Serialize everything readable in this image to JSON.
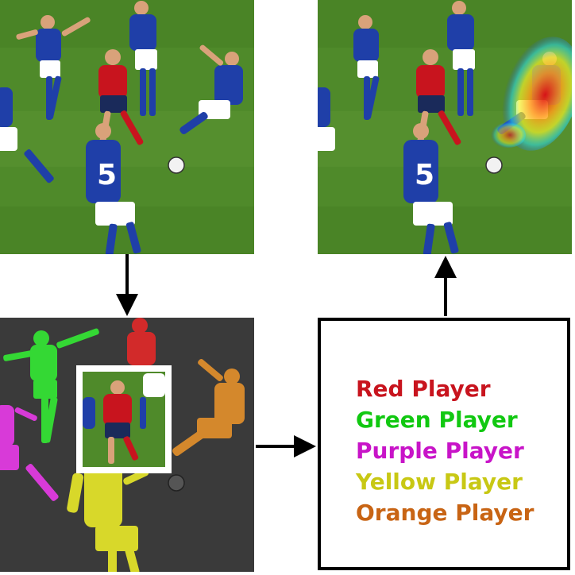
{
  "legend": {
    "items": [
      {
        "label": "Red Player",
        "color": "#c8141e"
      },
      {
        "label": "Green Player",
        "color": "#11c811"
      },
      {
        "label": "Purple Player",
        "color": "#c814c8"
      },
      {
        "label": "Yellow Player",
        "color": "#c8c814"
      },
      {
        "label": "Orange Player",
        "color": "#c86414"
      }
    ]
  },
  "colors": {
    "pitch": "#4f8a2a",
    "pitch_dark": "#3f7421",
    "segmentation_bg": "#3a3a3a",
    "italy_blue": "#1f3fa8",
    "spain_red": "#c8141e",
    "heatmap_hot": "#e01010",
    "arrow": "#000000"
  },
  "panels": {
    "input_photo": "soccer-photo",
    "heatmap_photo": "soccer-photo-with-heatmap",
    "segmentation": "segmentation-mask-with-crop"
  }
}
